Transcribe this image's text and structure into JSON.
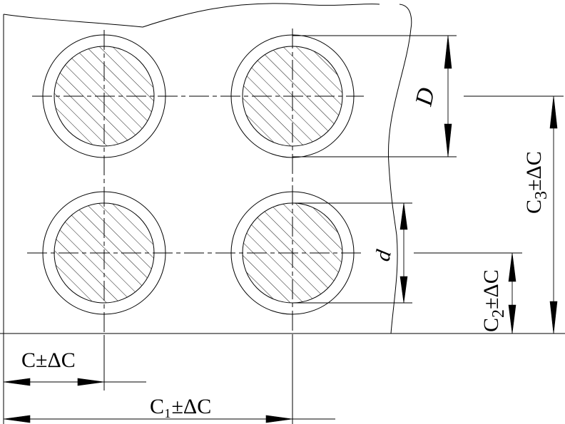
{
  "drawing": {
    "labels": {
      "D": "D",
      "d": "d",
      "c": "C±ΔC",
      "c1": "C₁±ΔC",
      "c2_base": "C",
      "c2_sub": "2",
      "c2_tail": "±ΔC",
      "c3_base": "C",
      "c3_sub": "3",
      "c3_tail": "±ΔC"
    }
  }
}
